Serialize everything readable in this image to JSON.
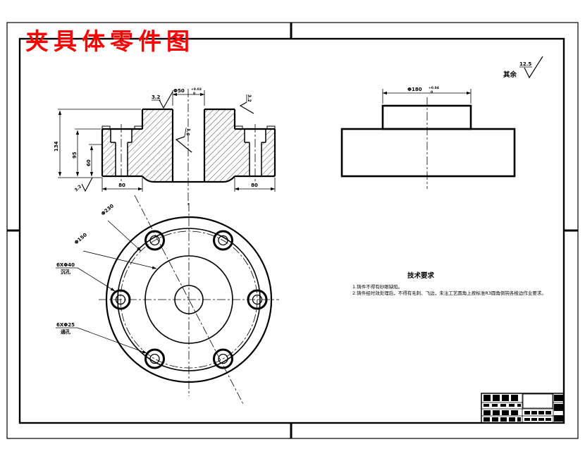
{
  "drawing_title": "夹具体零件图",
  "colors": {
    "title": "#FF0000",
    "line": "#000000",
    "background": "#FFFFFF"
  },
  "surface_note": {
    "label": "其余",
    "value": "12.5"
  },
  "front_view": {
    "bore_dim": "Φ50",
    "bore_tol_upper": "+0.03",
    "bore_tol_lower": "0",
    "height_overall": "134",
    "height_mid": "95",
    "height_inner": "60",
    "foot_left": "80",
    "foot_right": "80",
    "ra_top": "3.2",
    "ra_side": "3.2",
    "ra_bore": "1.6",
    "ra_bottom": "3.2"
  },
  "side_view": {
    "boss_dim": "Φ180",
    "boss_tol_upper": "+0.04",
    "boss_tol_lower": "0"
  },
  "bottom_view": {
    "bolt_circle_dim": "Φ230",
    "step_circle_dim": "Φ150",
    "counterbore_line1": "6XΦ40",
    "counterbore_line2": "沉孔",
    "through_line1": "6XΦ25",
    "through_line2": "通孔"
  },
  "tech_requirements": {
    "heading": "技术要求",
    "items": [
      "1.铸件不得有砂眼缺陷。",
      "2.铸件经时效处理后，不得有毛刺、飞边，未注工艺圆角上按标准R3圆角倒钝各棱边作业要求。"
    ]
  }
}
